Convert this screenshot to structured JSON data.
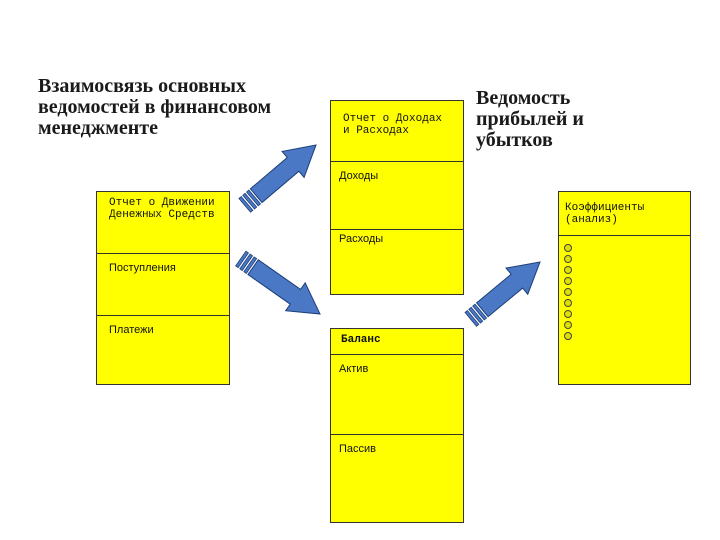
{
  "diagram": {
    "title": "Взаимосвязь основных ведомостей в финансовом менеджменте",
    "side_title": "Ведомость прибылей и убытков",
    "cashflow": {
      "title": "Отчет о Движении Денежных Средств",
      "receipts": "Поступления",
      "payments": "Платежи"
    },
    "income": {
      "title": "Отчет о Доходах и Расходах",
      "revenue": "Доходы",
      "expenses": "Расходы"
    },
    "balance": {
      "title": "Баланс",
      "assets": "Актив",
      "liabilities": "Пассив"
    },
    "ratios": {
      "title": "Коэффициенты (анализ)"
    },
    "colors": {
      "card_fill": "#ffff00",
      "arrow_fill": "#4a78c4",
      "arrow_stroke": "#1c3d7a"
    }
  }
}
